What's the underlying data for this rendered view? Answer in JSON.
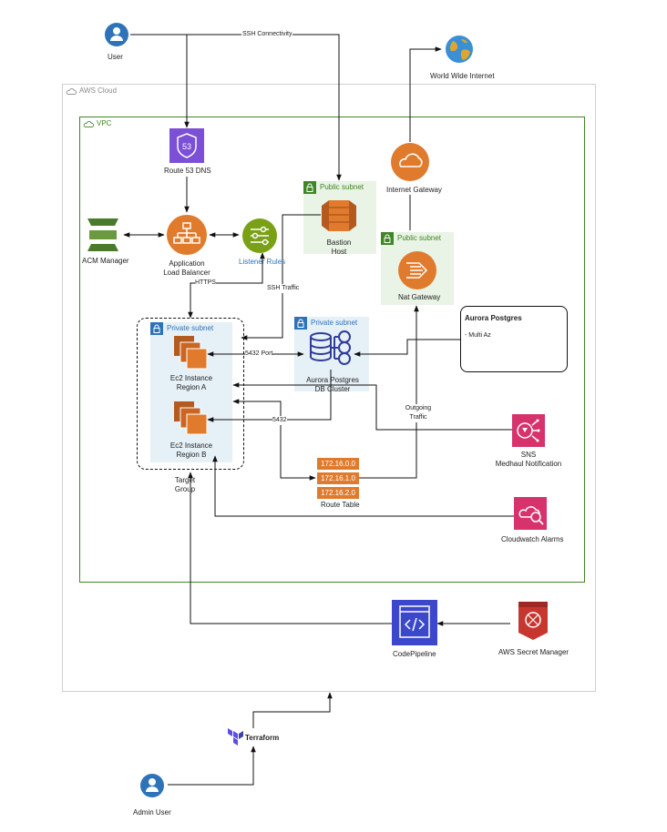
{
  "nodes": {
    "user": "User",
    "internet": "World Wide Internet",
    "route53": "Route 53 DNS",
    "alb": "Application\nLoad Balancer",
    "acm": "ACM Manager",
    "listener": "Listener Rules",
    "bastion": "Bastion\nHost",
    "igw": "Internet Gateway",
    "nat": "Nat Gateway",
    "ec2a": "Ec2 Instance\nRegion A",
    "ec2b": "Ec2 Instance\nRegion B",
    "aurora": "Aurora Postgres\nDB Cluster",
    "sns": "SNS\nMedhaul Notification",
    "route_table": "Route Table",
    "cloudwatch": "Cloudwatch Alarms",
    "codepipeline": "CodePipeline",
    "secrets": "AWS Secret Manager",
    "terraform": "Terraform",
    "admin": "Admin User",
    "target_group": "Target\nGroup"
  },
  "groups": {
    "aws_cloud": "AWS Cloud",
    "vpc": "VPC",
    "public_subnet_1": "Public subnet",
    "public_subnet_2": "Public subnet",
    "private_subnet_1": "Private subnet",
    "private_subnet_2": "Private subnet"
  },
  "edges": {
    "ssh_connectivity": "SSH Connectivity",
    "https": "HTTPS",
    "ssh_traffic": "SSH Traffic",
    "port_5432": "5432  Port",
    "port_5432_b": "5432",
    "outgoing_traffic": "Outgoing\nTraffic"
  },
  "route_table_rows": [
    "172.16.0.0",
    "172.16.1.0",
    "172.16.2.0"
  ],
  "note": {
    "title": "Aurora Postgres",
    "body": "- Multi Az"
  },
  "colors": {
    "orange": "#e07b2e",
    "purple": "#7b4fd6",
    "green_group": "#3f8624",
    "pink": "#d6336c",
    "secrets_red": "#c7372f",
    "codepipeline_blue": "#3b48cc",
    "user_blue": "#2e73b8",
    "private_fill": "#e6f0f7",
    "public_fill": "#e9f3e6",
    "listener_green": "#7aa116",
    "acm_green": "#4a7a2b"
  }
}
